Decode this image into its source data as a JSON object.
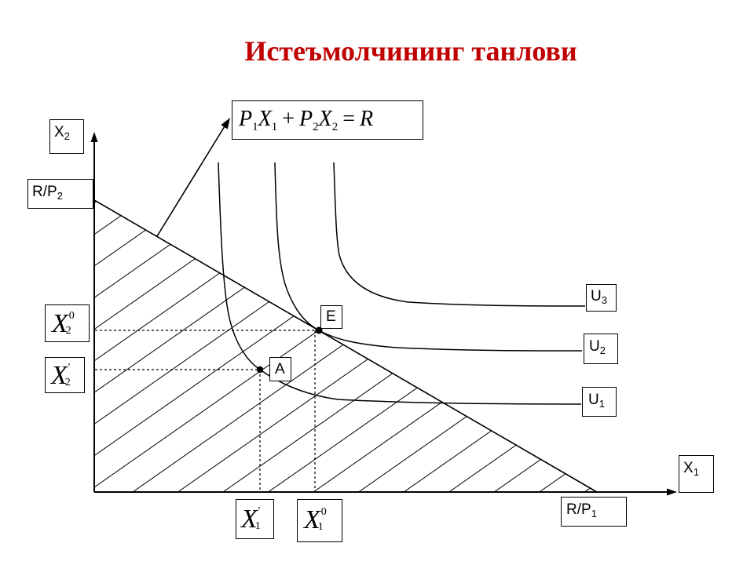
{
  "slide": {
    "title": "Истеъмолчининг танлови"
  },
  "colors": {
    "title": "#C00000",
    "ink": "#000000",
    "background": "#FFFFFF"
  },
  "axes": {
    "vertical": {
      "label": {
        "base": "X",
        "sub": "2"
      },
      "intercept": {
        "base": "R/P",
        "sub": "2"
      }
    },
    "horizontal": {
      "label": {
        "base": "X",
        "sub": "1"
      },
      "intercept": {
        "base": "R/P",
        "sub": "1"
      }
    }
  },
  "budget_line": {
    "equation": {
      "p1": {
        "base": "P",
        "sub": "1"
      },
      "x1": {
        "base": "X",
        "sub": "1"
      },
      "plus": "+",
      "p2": {
        "base": "P",
        "sub": "2"
      },
      "x2": {
        "base": "X",
        "sub": "2"
      },
      "equals": "=",
      "rhs": "R"
    }
  },
  "indifference_curves": [
    {
      "label": {
        "base": "U",
        "sub": "1"
      }
    },
    {
      "label": {
        "base": "U",
        "sub": "2"
      }
    },
    {
      "label": {
        "base": "U",
        "sub": "3"
      }
    }
  ],
  "points": {
    "optimum": {
      "label": "E",
      "x1": {
        "base": "X",
        "sub": "1",
        "sup": "0"
      },
      "x2": {
        "base": "X",
        "sub": "2",
        "sup": "0"
      }
    },
    "alternative": {
      "label": "A",
      "x1": {
        "base": "X",
        "sub": "1",
        "sup": "'"
      },
      "x2": {
        "base": "X",
        "sub": "2",
        "sup": "'"
      }
    }
  }
}
